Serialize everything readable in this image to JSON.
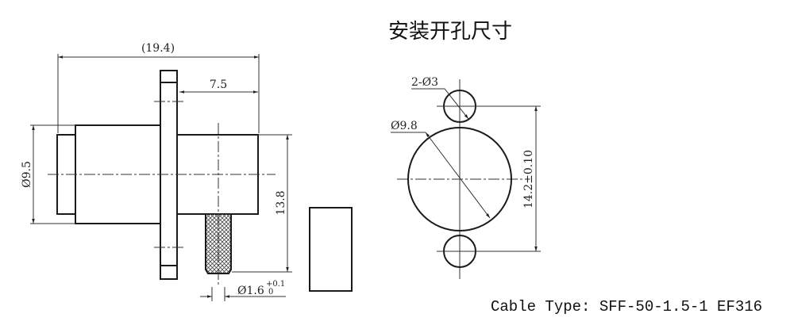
{
  "title": "安装开孔尺寸",
  "cable_type": "Cable Type: SFF-50-1.5-1 EF316",
  "side_view": {
    "overall_length": "(19.4)",
    "rear_length": "7.5",
    "front_diameter": "Ø9.5",
    "flange_height": "13.8",
    "pin_diameter": "Ø1.6",
    "pin_tol_upper": "+0.1",
    "pin_tol_lower": "0"
  },
  "panel_cutout": {
    "hole_label": "2-Ø3",
    "center_hole_label": "Ø9.8",
    "hole_spacing": "14.2±0.10"
  }
}
